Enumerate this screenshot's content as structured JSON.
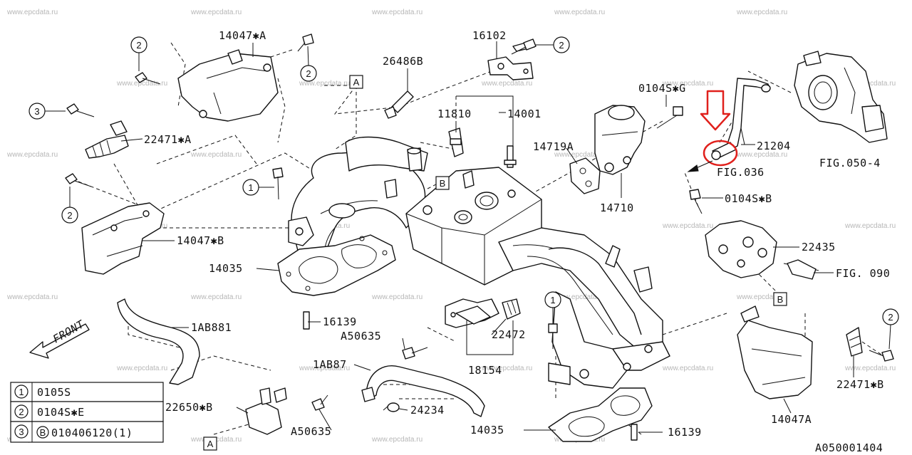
{
  "watermark": "www.epcdata.ru",
  "diagram_id": "A050001404",
  "front_label": "FRONT",
  "part_labels": {
    "p14047a_top": "14047✱A",
    "p16102": "16102",
    "p26486b": "26486B",
    "p11810": "11810",
    "p14001": "14001",
    "p0104s_g": "0104S✱G",
    "p21204": "21204",
    "fig050": "FIG.050-4",
    "fig036": "FIG.036",
    "p22471a_top": "22471✱A",
    "p14719a": "14719A",
    "p14710": "14710",
    "p0104s_b": "0104S✱B",
    "p14047b": "14047✱B",
    "p22435": "22435",
    "fig090": "FIG. 090",
    "p14035_left": "14035",
    "p16139_left": "16139",
    "p1ab881": "1AB881",
    "pa50635_mid": "A50635",
    "p22472": "22472",
    "p18154": "18154",
    "p1ab87": "1AB87",
    "p22650b": "22650✱B",
    "p24234": "24234",
    "pa50635_bot": "A50635",
    "p14035_bot": "14035",
    "p16139_bot": "16139",
    "p22471b": "22471✱B",
    "p14047a_right": "14047A"
  },
  "ref_boxes": {
    "a": "A",
    "b": "B"
  },
  "callouts": {
    "c1": "1",
    "c2": "2",
    "c3": "3"
  },
  "legend": {
    "rows": [
      {
        "num": "1",
        "code": "0105S"
      },
      {
        "num": "2",
        "code": "0104S✱E"
      },
      {
        "num": "3",
        "code": "010406120(1)",
        "prefix": "B"
      }
    ]
  },
  "highlight_color": "#e0201c"
}
